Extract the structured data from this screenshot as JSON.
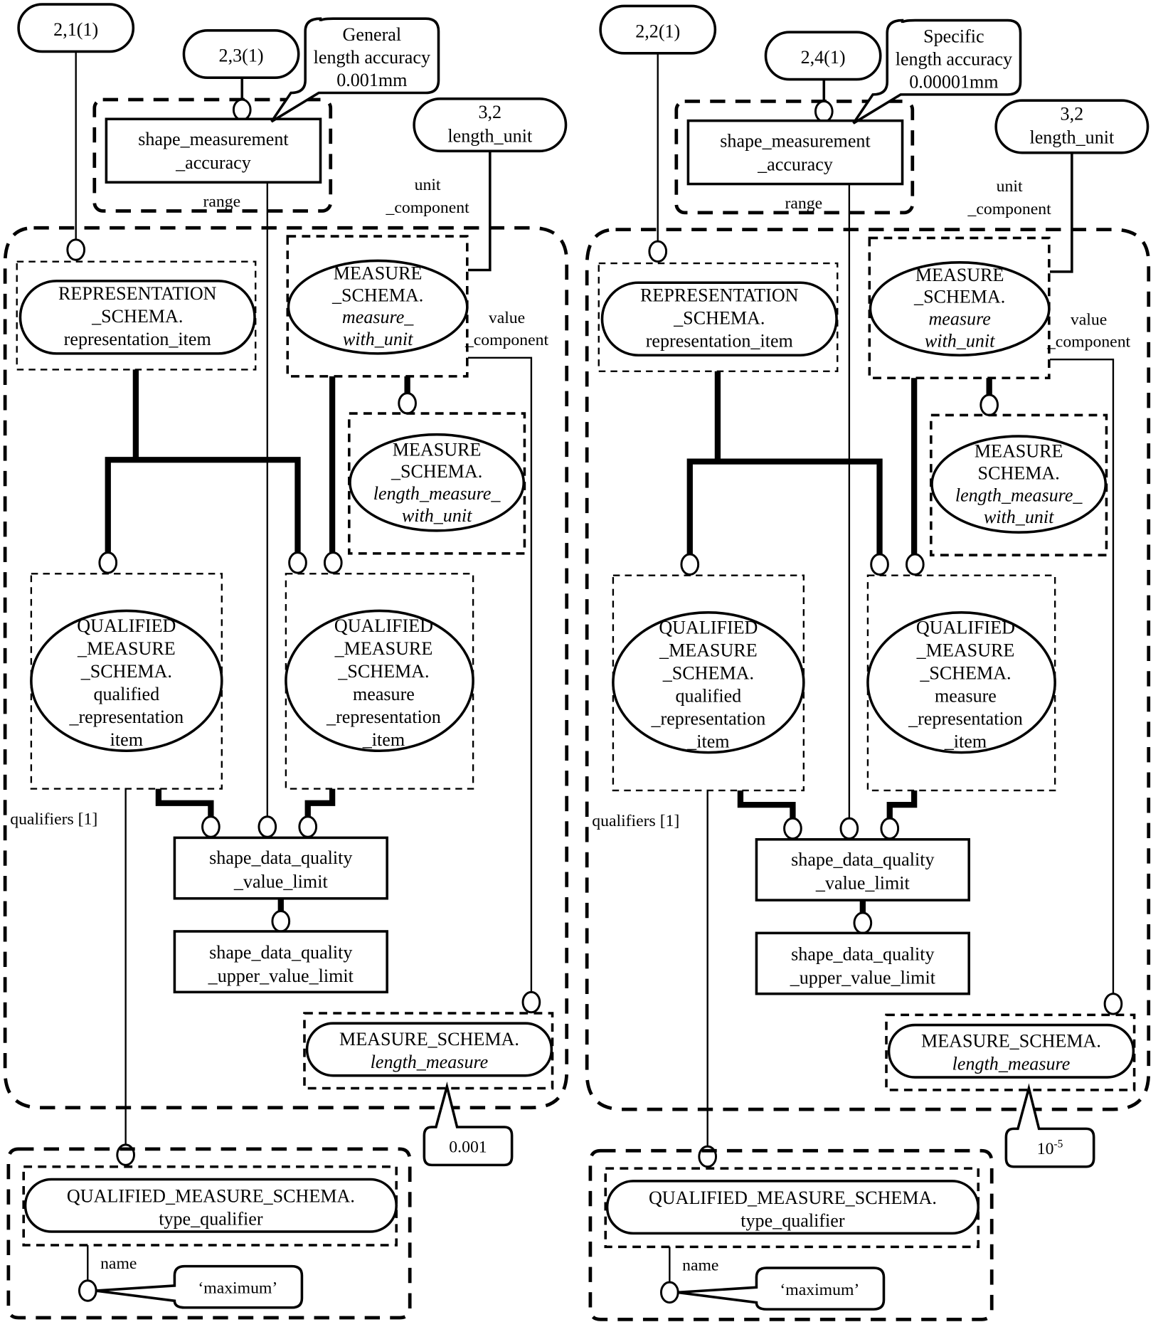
{
  "panels": [
    {
      "id": "general",
      "page_refs": {
        "top_left": "2,1(1)",
        "accuracy": "2,3(1)",
        "unit": [
          "3,2",
          "length_unit"
        ]
      },
      "note": [
        "General",
        "length accuracy",
        "0.001mm"
      ],
      "accuracy_entity": [
        "shape_measurement",
        "_accuracy"
      ],
      "range_label": "range",
      "unit_component_label": [
        "unit",
        "_component"
      ],
      "value_component_label": [
        "value",
        "_component"
      ],
      "representation_item": [
        "REPRESENTATION",
        "_SCHEMA.",
        "representation_item"
      ],
      "measure_with_unit": [
        "MEASURE",
        "_SCHEMA.",
        "measure_",
        "with_unit"
      ],
      "length_measure_with_unit": [
        "MEASURE",
        "_SCHEMA.",
        "length_measure_",
        "with_unit"
      ],
      "qualified_rep_item": [
        "QUALIFIED",
        "_MEASURE",
        "_SCHEMA.",
        "qualified",
        "_representation",
        "item"
      ],
      "measure_rep_item": [
        "QUALIFIED",
        "_MEASURE",
        "_SCHEMA.",
        "measure",
        "_representation",
        "_item"
      ],
      "qualifiers_label": "qualifiers [1]",
      "value_limit": [
        "shape_data_quality",
        "_value_limit"
      ],
      "upper_value_limit": [
        "shape_data_quality",
        "_upper_value_limit"
      ],
      "length_measure": [
        "MEASURE_SCHEMA.",
        "length_measure"
      ],
      "length_value": "0.001",
      "type_qualifier": [
        "QUALIFIED_MEASURE_SCHEMA.",
        "type_qualifier"
      ],
      "name_label": "name",
      "name_value": "‘maximum’"
    },
    {
      "id": "specific",
      "page_refs": {
        "top_left": "2,2(1)",
        "accuracy": "2,4(1)",
        "unit": [
          "3,2",
          "length_unit"
        ]
      },
      "note": [
        "Specific",
        "length accuracy",
        "0.00001mm"
      ],
      "accuracy_entity": [
        "shape_measurement",
        "_accuracy"
      ],
      "range_label": "range",
      "unit_component_label": [
        "unit",
        "_component"
      ],
      "value_component_label": [
        "value",
        "_component"
      ],
      "representation_item": [
        "REPRESENTATION",
        "_SCHEMA.",
        "representation_item"
      ],
      "measure_with_unit": [
        "MEASURE",
        "_SCHEMA.",
        "measure",
        "with_unit"
      ],
      "length_measure_with_unit": [
        "MEASURE",
        "SCHEMA.",
        "length_measure_",
        "with_unit"
      ],
      "qualified_rep_item": [
        "QUALIFIED",
        "_MEASURE",
        "_SCHEMA.",
        "qualified",
        "_representation",
        "_item"
      ],
      "measure_rep_item": [
        "QUALIFIED",
        "_MEASURE",
        "_SCHEMA.",
        "measure",
        "_representation",
        "_item"
      ],
      "qualifiers_label": "qualifiers [1]",
      "value_limit": [
        "shape_data_quality",
        "_value_limit"
      ],
      "upper_value_limit": [
        "shape_data_quality",
        "_upper_value_limit"
      ],
      "length_measure": [
        "MEASURE_SCHEMA.",
        "length_measure"
      ],
      "length_value_base": "10",
      "length_value_exp": "-5",
      "type_qualifier": [
        "QUALIFIED_MEASURE_SCHEMA.",
        "type_qualifier"
      ],
      "name_label": "name",
      "name_value": "‘maximum’"
    }
  ]
}
